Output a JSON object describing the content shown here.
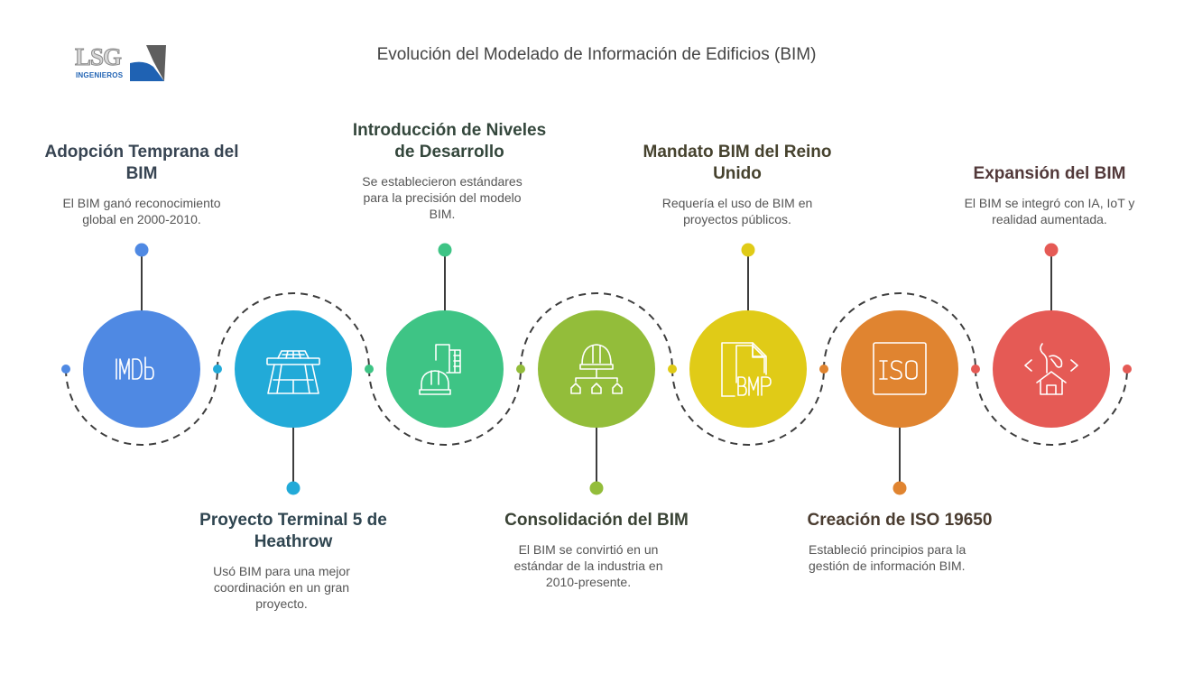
{
  "logo": {
    "brand": "LSG",
    "subtitle": "INGENIEROS"
  },
  "title": "Evolución del Modelado de Información de Edificios (BIM)",
  "colors": {
    "dashed_path": "#3d3d3d",
    "connector": "#3d3d3d"
  },
  "milestones": [
    {
      "title": "Adopción Temprana del BIM",
      "description": "El BIM ganó reconocimiento global en 2000-2010.",
      "icon": "imdb-icon",
      "color": "#4f89e3",
      "position": "top",
      "title_color": "#374452"
    },
    {
      "title": "Proyecto Terminal 5 de Heathrow",
      "description": "Usó BIM para una mejor coordinación en un gran proyecto.",
      "icon": "airport-terminal-icon",
      "color": "#22aad8",
      "position": "bottom",
      "title_color": "#2f4550"
    },
    {
      "title": "Introducción de Niveles de Desarrollo",
      "description": "Se establecieron estándares para la precisión del modelo BIM.",
      "icon": "building-helmet-icon",
      "color": "#3ec485",
      "position": "top",
      "title_color": "#34473c"
    },
    {
      "title": "Consolidación del BIM",
      "description": "El BIM se convirtió en un estándar de la industria en 2010-presente.",
      "icon": "helmet-hierarchy-icon",
      "color": "#93bd3a",
      "position": "bottom",
      "title_color": "#3a4335"
    },
    {
      "title": "Mandato BIM del Reino Unido",
      "description": "Requería el uso de BIM en proyectos públicos.",
      "icon": "bmp-file-icon",
      "color": "#e0cb17",
      "position": "top",
      "title_color": "#46422e"
    },
    {
      "title": "Creación de ISO 19650",
      "description": "Estableció principios para la gestión de información BIM.",
      "icon": "iso-icon",
      "color": "#e08430",
      "position": "bottom",
      "title_color": "#4a3c30"
    },
    {
      "title": "Expansión del BIM",
      "description": "El BIM se integró con IA, IoT y realidad aumentada.",
      "icon": "smart-home-icon",
      "color": "#e55a55",
      "position": "top",
      "title_color": "#52393a"
    }
  ]
}
